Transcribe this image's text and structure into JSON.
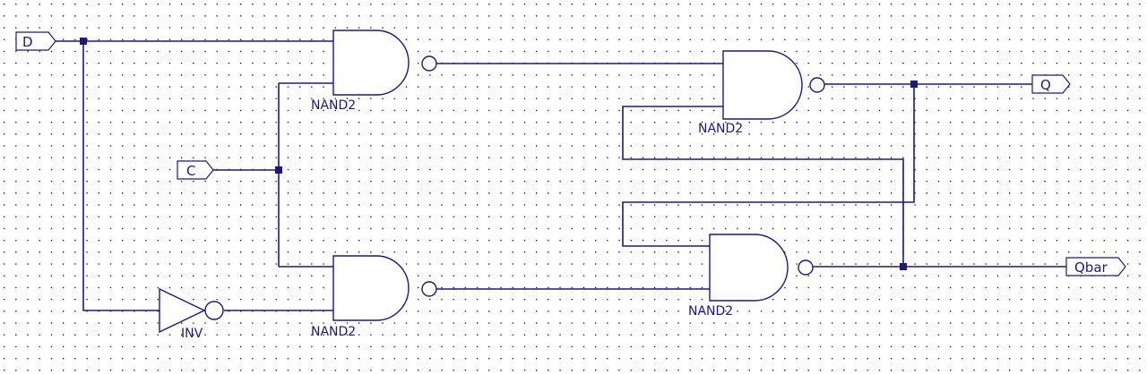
{
  "ports": {
    "d": "D",
    "c": "C",
    "q": "Q",
    "qbar": "Qbar"
  },
  "gates": {
    "nand_top": "NAND2",
    "nand_bottom": "NAND2",
    "nand_q": "NAND2",
    "nand_qbar": "NAND2",
    "inverter": "INV"
  },
  "colors": {
    "line": "#1a1a7a",
    "grid_dot": "#000000",
    "background": "#ffffff"
  }
}
